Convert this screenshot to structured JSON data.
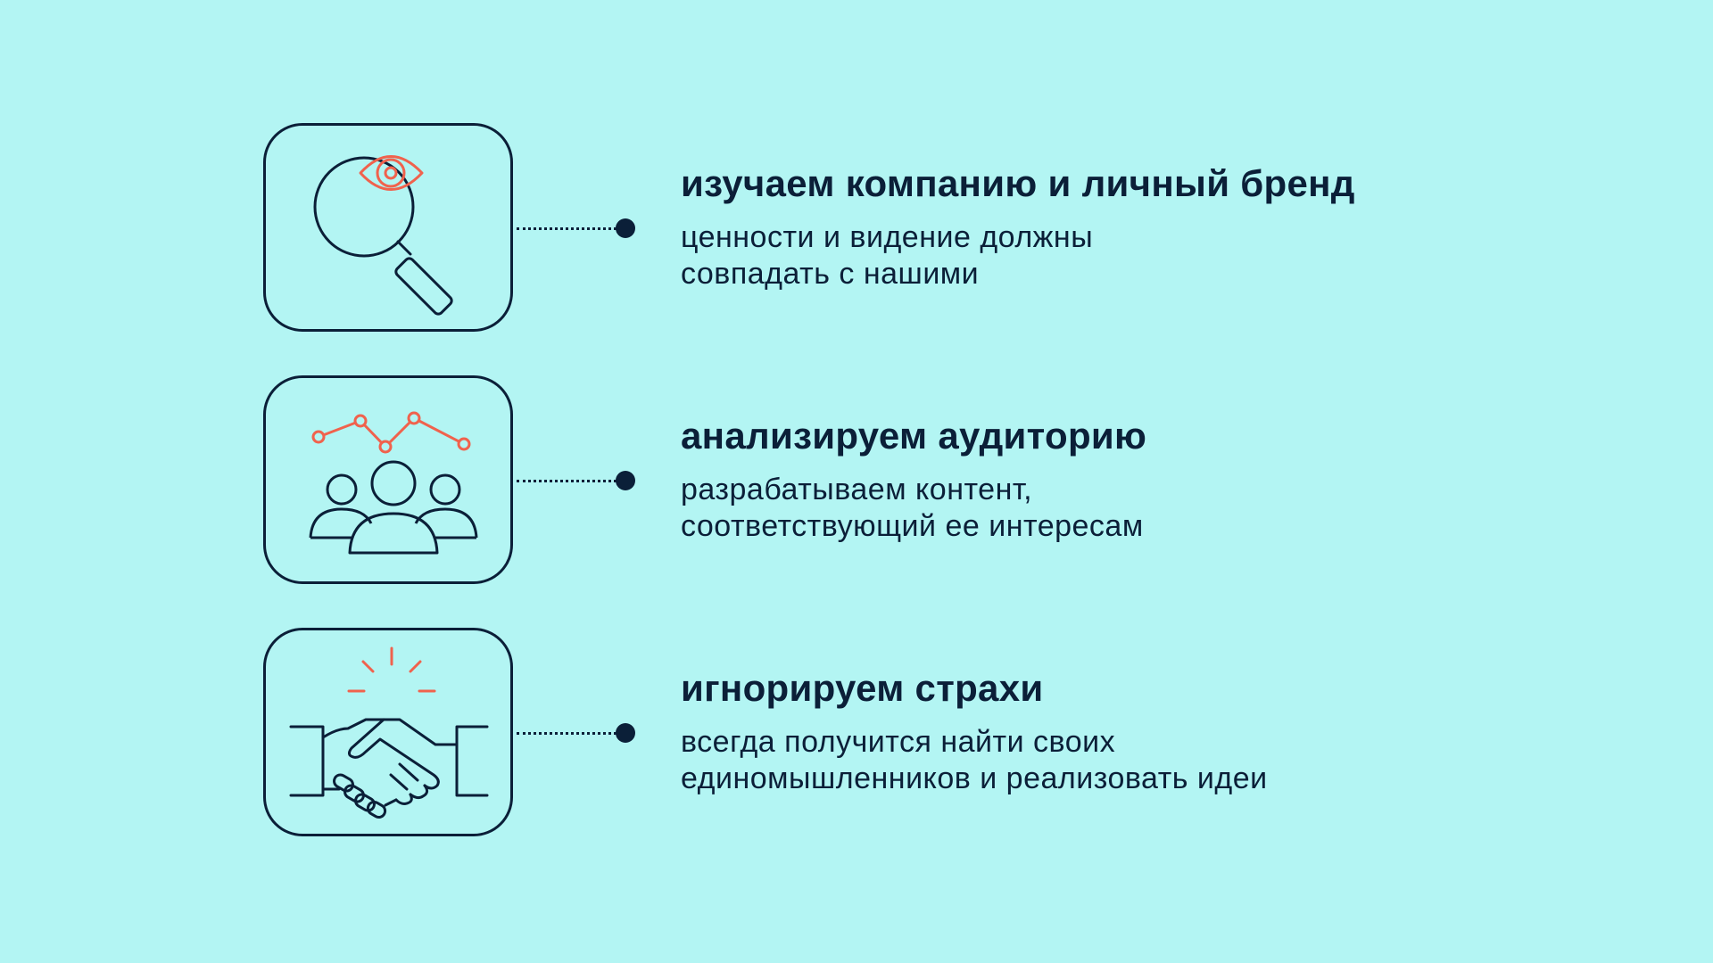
{
  "steps": [
    {
      "title": "изучаем компанию и личный бренд",
      "desc_lines": [
        "ценности и видение должны",
        "совпадать с нашими"
      ],
      "icon": "magnifier-eye-icon"
    },
    {
      "title": "анализируем аудиторию",
      "desc_lines": [
        "разрабатываем контент,",
        "соответствующий ее интересам"
      ],
      "icon": "audience-chart-icon"
    },
    {
      "title": "игнорируем страхи",
      "desc_lines": [
        "всегда получится найти своих",
        "единомышленников и реализовать идеи"
      ],
      "icon": "handshake-icon"
    }
  ],
  "colors": {
    "background": "#b3f5f3",
    "ink": "#0b1f38",
    "accent": "#f0624d"
  }
}
